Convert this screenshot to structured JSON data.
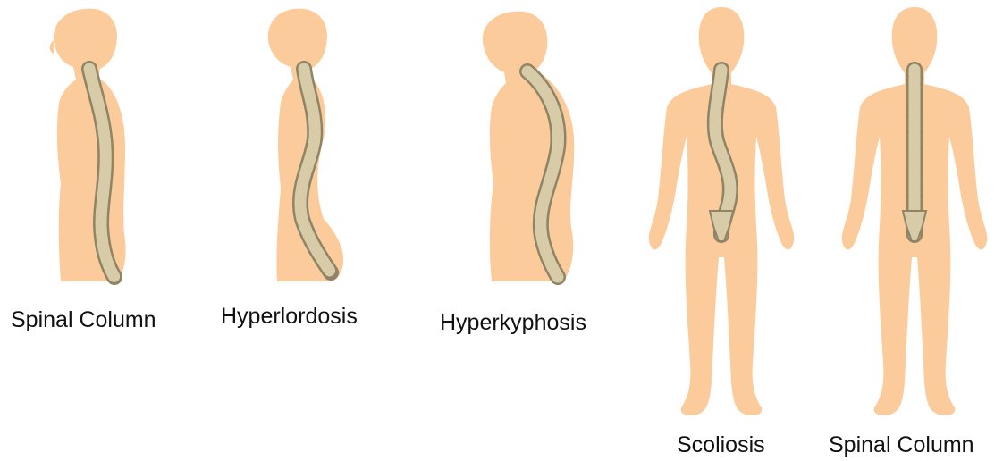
{
  "colors": {
    "skin": "#fccb9b",
    "bone": "#d8cba8",
    "bone_shadow": "#8f8466",
    "disc": "#f3ecd8",
    "text": "#111111"
  },
  "figures": [
    {
      "label": "Spinal Column",
      "view": "side",
      "condition": "normal"
    },
    {
      "label": "Hyperlordosis",
      "view": "side",
      "condition": "hyperlordosis"
    },
    {
      "label": "Hyperkyphosis",
      "view": "side",
      "condition": "hyperkyphosis"
    },
    {
      "label": "Scoliosis",
      "view": "back",
      "condition": "scoliosis"
    },
    {
      "label": "Spinal Column",
      "view": "back",
      "condition": "normal"
    }
  ]
}
